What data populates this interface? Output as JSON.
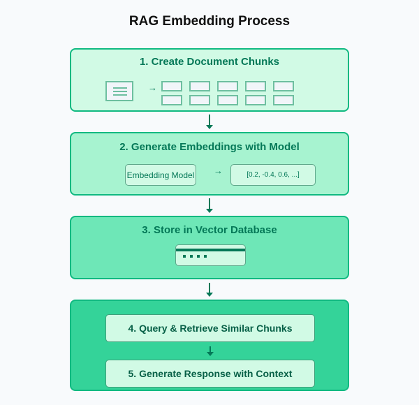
{
  "title": "RAG Embedding Process",
  "stages": [
    {
      "label": "1. Create Document Chunks",
      "document_icon": "document-icon",
      "arrow": "→",
      "chunk_count": 10
    },
    {
      "label": "2. Generate Embeddings with Model",
      "model_label": "Embedding Model",
      "arrow": "→",
      "vector_label": "[0.2, -0.4, 0.6, ...]"
    },
    {
      "label": "3. Store in Vector Database",
      "database_icon": "database-icon"
    },
    {
      "steps": [
        "4. Query & Retrieve Similar Chunks",
        "5. Generate Response with Context"
      ]
    }
  ],
  "colors": {
    "stage1_bg": "#d1fae5",
    "stage2_bg": "#a7f3d0",
    "stage3_bg": "#6ee7b7",
    "stage4_bg": "#34d399",
    "border": "#10b981",
    "accent": "#047857"
  }
}
